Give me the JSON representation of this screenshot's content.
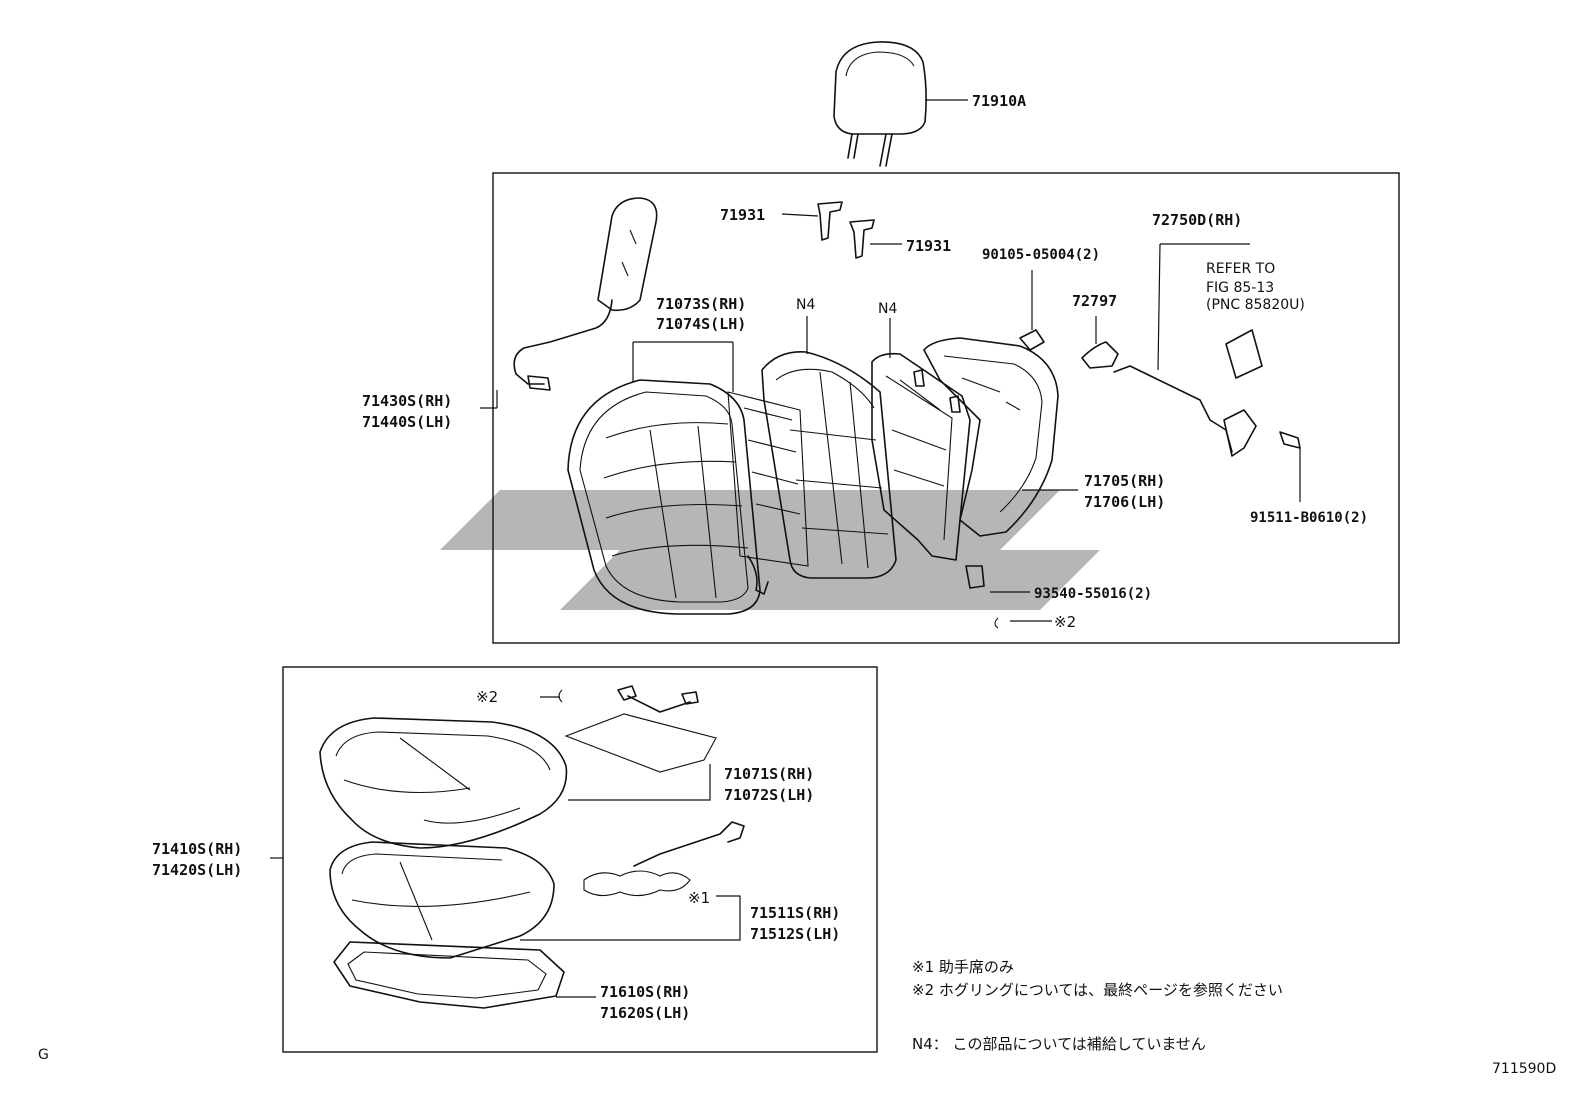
{
  "labels": {
    "headrest": "71910A",
    "clip_a": "71931",
    "clip_b": "71931",
    "bolt_90105": "90105-05004(2)",
    "harness_rh": "72750D(RH)",
    "refer_line1": "REFER TO",
    "refer_line2": "FIG 85-13",
    "refer_line3": "(PNC 85820U)",
    "bracket": "72797",
    "back_cover_rh": "71073S(RH)",
    "back_cover_lh": "71074S(LH)",
    "n4_a": "N4",
    "n4_b": "N4",
    "back_assy_rh": "71430S(RH)",
    "back_assy_lh": "71440S(LH)",
    "frame_rh": "71705(RH)",
    "frame_lh": "71706(LH)",
    "bolt_91511": "91511-B0610(2)",
    "screw_93540": "93540-55016(2)",
    "ring_mark_top": "※2",
    "ring_mark_bottom": "※2",
    "heater_rh": "71071S(RH)",
    "heater_lh": "71072S(LH)",
    "cushion_assy_rh": "71410S(RH)",
    "cushion_assy_lh": "71420S(LH)",
    "sensor_mark": "※1",
    "cushion_cover_rh": "71511S(RH)",
    "cushion_cover_lh": "71512S(LH)",
    "cushion_frame_rh": "71610S(RH)",
    "cushion_frame_lh": "71620S(LH)"
  },
  "notes": {
    "note1": "※1  助手席のみ",
    "note2": "※2  ホグリングについては、最終ページを参照ください",
    "note3": "N4： この部品については補給していません"
  },
  "corner_left": "G",
  "diagram_id": "711590D"
}
